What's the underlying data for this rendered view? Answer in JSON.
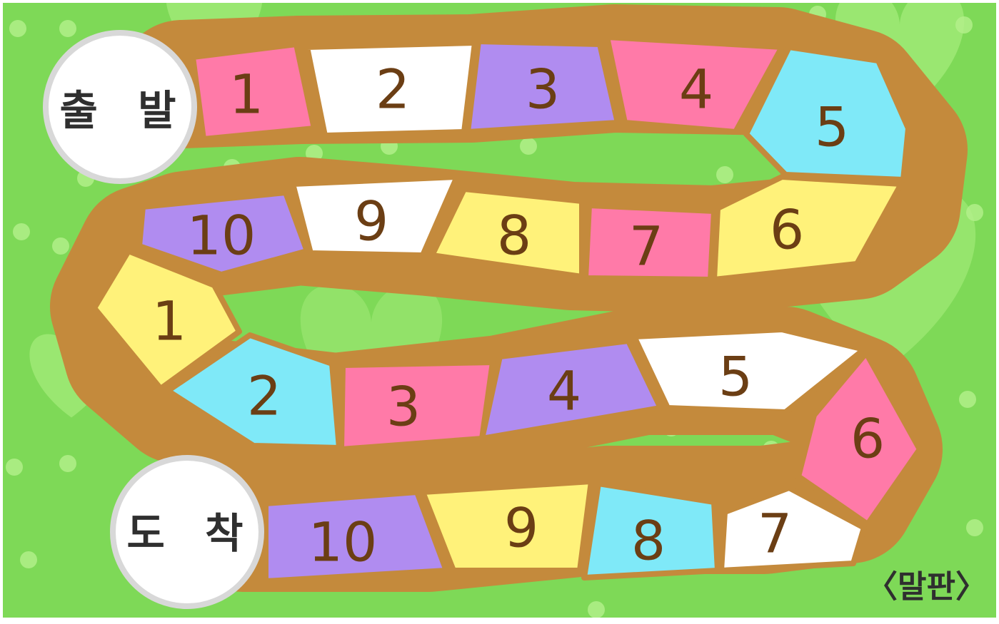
{
  "board": {
    "start_label": "출 발",
    "finish_label": "도 착",
    "caption": "〈말판〉",
    "colors": {
      "background": "#7ed957",
      "border": "#c48a3c",
      "pink": "#ff7aa8",
      "white": "#ffffff",
      "purple": "#b08cf0",
      "cyan": "#7fe9f8",
      "yellow": "#fff27a",
      "number": "#6b3e14"
    },
    "spaces": [
      {
        "label": "1",
        "color": "pink"
      },
      {
        "label": "2",
        "color": "white"
      },
      {
        "label": "3",
        "color": "purple"
      },
      {
        "label": "4",
        "color": "pink"
      },
      {
        "label": "5",
        "color": "cyan"
      },
      {
        "label": "6",
        "color": "yellow"
      },
      {
        "label": "7",
        "color": "pink"
      },
      {
        "label": "8",
        "color": "yellow"
      },
      {
        "label": "9",
        "color": "white"
      },
      {
        "label": "10",
        "color": "purple"
      },
      {
        "label": "1",
        "color": "yellow"
      },
      {
        "label": "2",
        "color": "cyan"
      },
      {
        "label": "3",
        "color": "pink"
      },
      {
        "label": "4",
        "color": "purple"
      },
      {
        "label": "5",
        "color": "white"
      },
      {
        "label": "6",
        "color": "pink"
      },
      {
        "label": "7",
        "color": "white"
      },
      {
        "label": "8",
        "color": "cyan"
      },
      {
        "label": "9",
        "color": "yellow"
      },
      {
        "label": "10",
        "color": "purple"
      }
    ]
  }
}
